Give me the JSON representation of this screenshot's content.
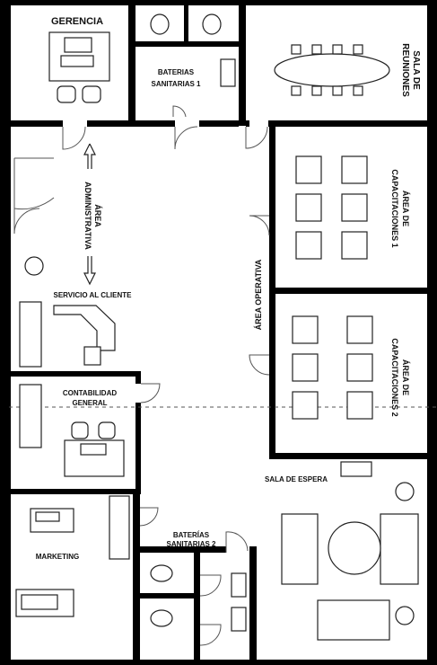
{
  "rooms": {
    "gerencia": "GERENCIA",
    "sala_reuniones": [
      "SALA DE",
      "REUNIONES"
    ],
    "baterias_1": [
      "BATERIAS",
      "SANITARIAS 1"
    ],
    "area_administrativa": [
      "ÁREA",
      "ADMINISTRATIVA"
    ],
    "capacitaciones_1": [
      "ÁREA DE",
      "CAPACITACIONES 1"
    ],
    "capacitaciones_2": [
      "ÁREA DE",
      "CAPACITACIONES 2"
    ],
    "area_operativa": "ÁREA OPERATIVA",
    "servicio_cliente": "SERVICIO AL CLIENTE",
    "contabilidad": [
      "CONTABILIDAD",
      "GENERAL"
    ],
    "sala_espera": "SALA DE ESPERA",
    "baterias_2": [
      "BATERÍAS",
      "SANITARIAS 2"
    ],
    "marketing": "MARKETING"
  },
  "colors": {
    "wall": "#000000",
    "line": "#222222",
    "text": "#111111"
  }
}
